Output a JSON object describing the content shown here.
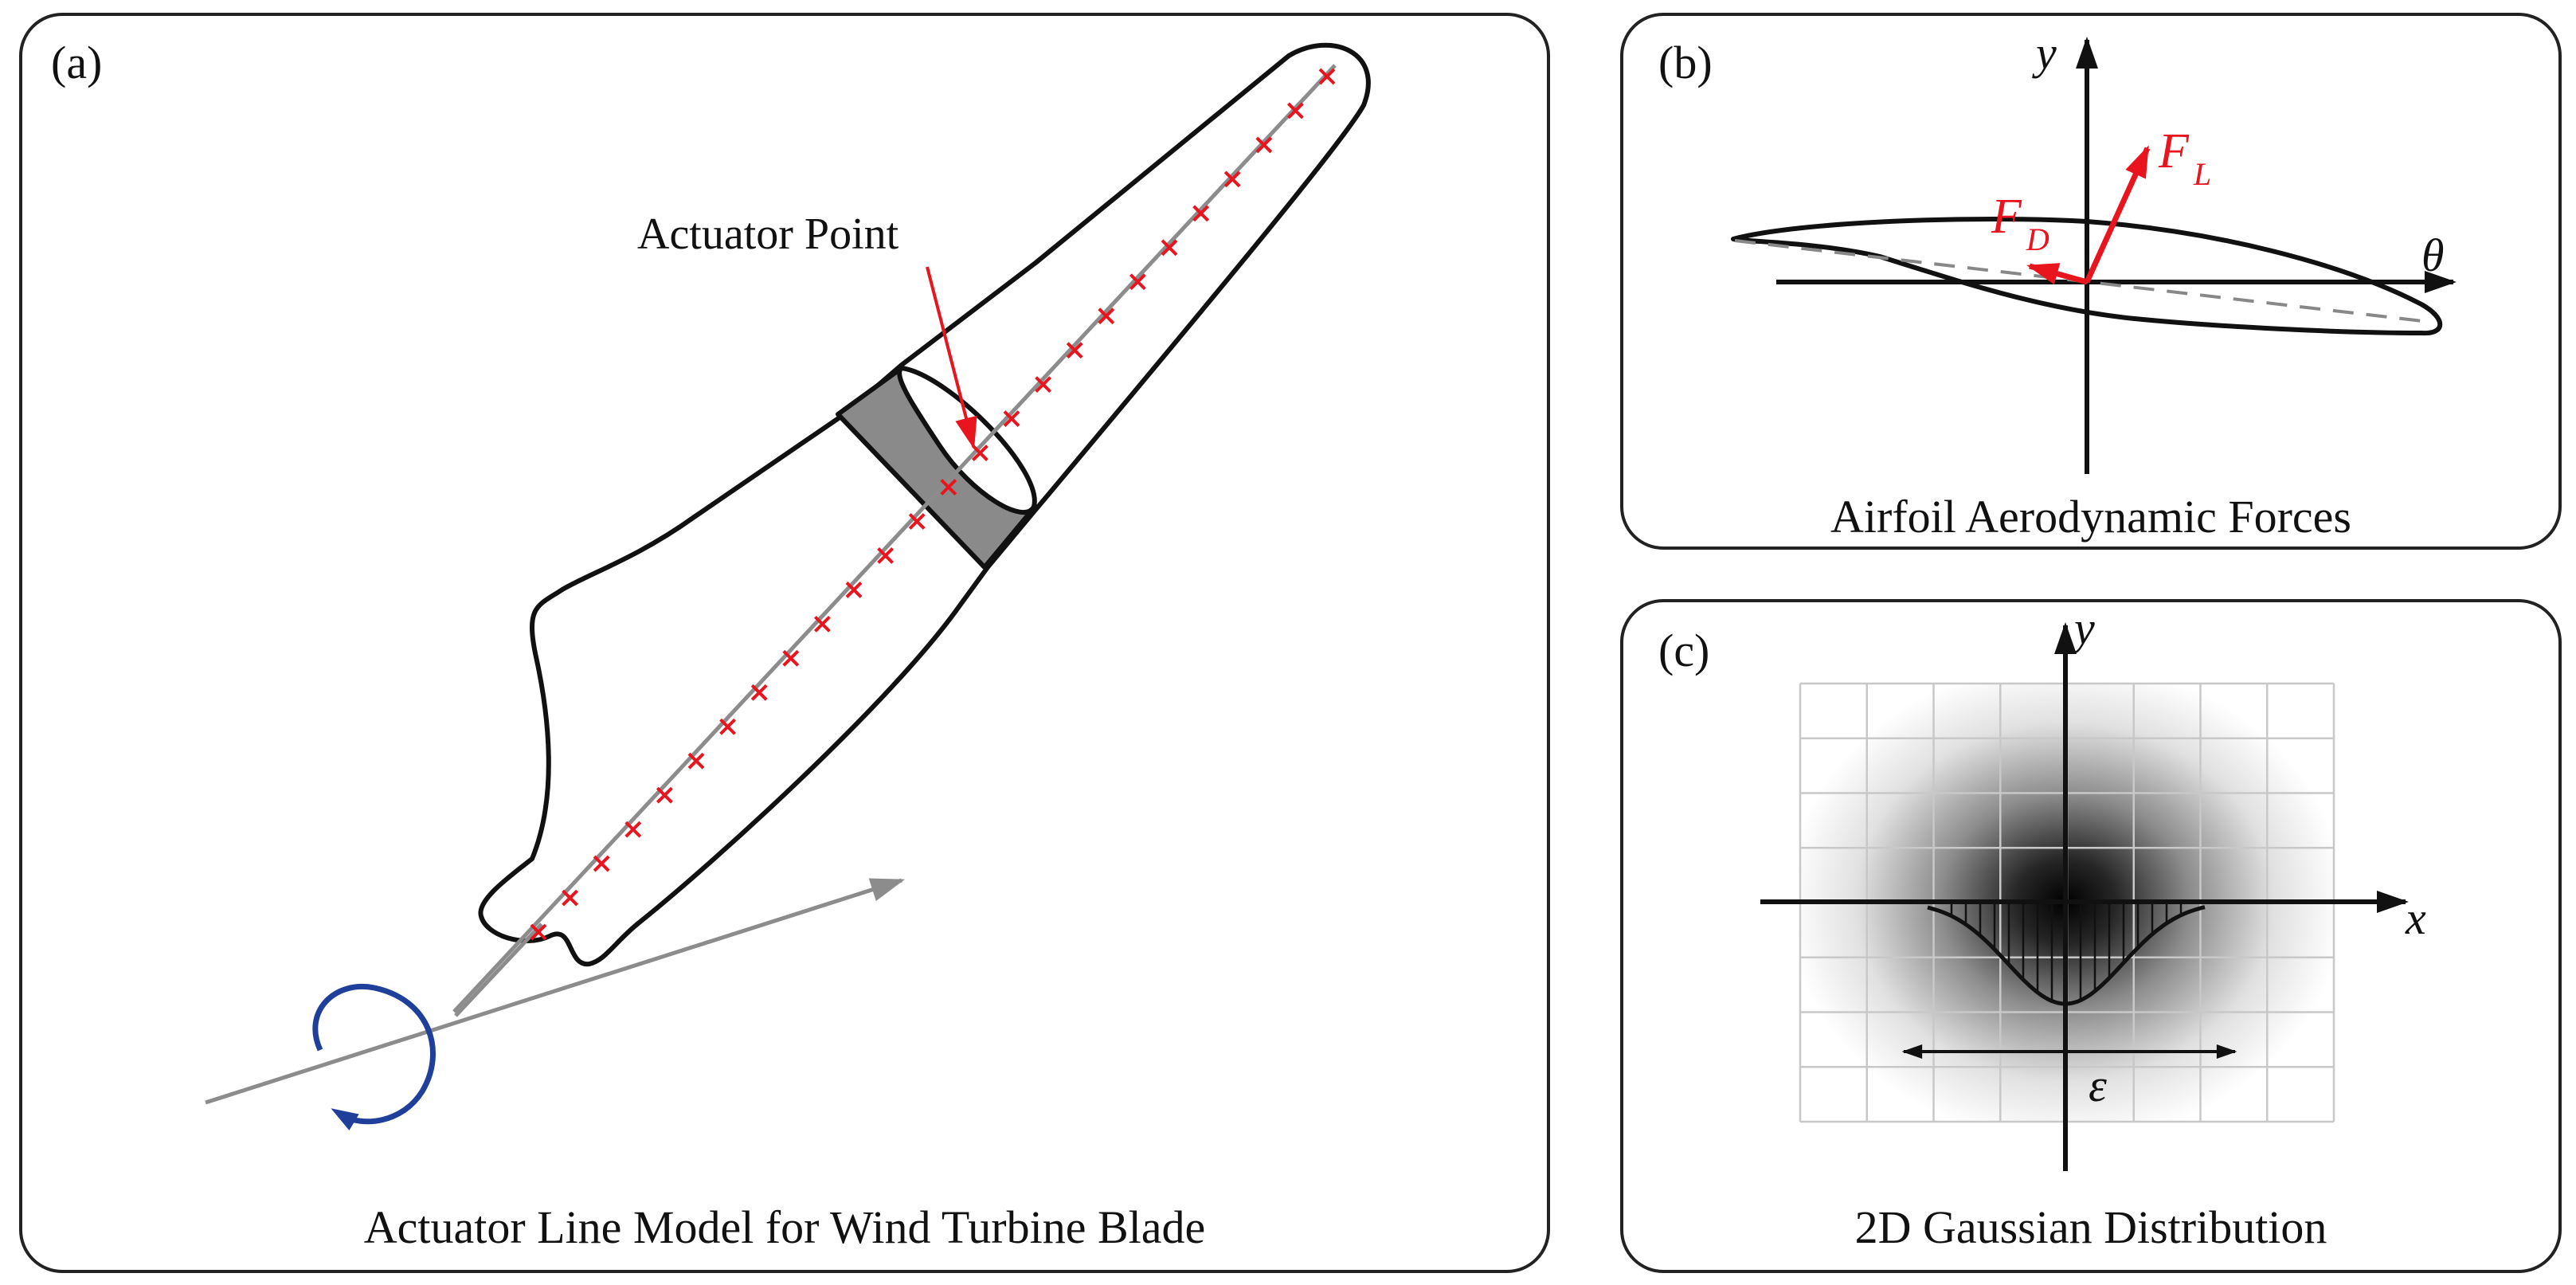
{
  "panels": {
    "a": {
      "tag": "(a)",
      "caption": "Actuator Line Model for Wind Turbine Blade",
      "callout": "Actuator Point",
      "actuator_point_count": 26
    },
    "b": {
      "tag": "(b)",
      "caption": "Airfoil Aerodynamic Forces",
      "axis_y": "y",
      "axis_x": "θ",
      "lift_main": "F",
      "lift_sub": "L",
      "drag_main": "F",
      "drag_sub": "D"
    },
    "c": {
      "tag": "(c)",
      "caption": "2D Gaussian Distribution",
      "axis_y": "y",
      "axis_x": "x",
      "width_symbol": "ε"
    }
  },
  "colors": {
    "outline": "#111111",
    "actuator_marker": "#e8141e",
    "actuator_line": "#8c8c8c",
    "rotation_arrow": "#1f3f9a",
    "force_arrow": "#e8141e",
    "section_fill": "#8a8a8a",
    "grid": "#c8c8c8"
  }
}
